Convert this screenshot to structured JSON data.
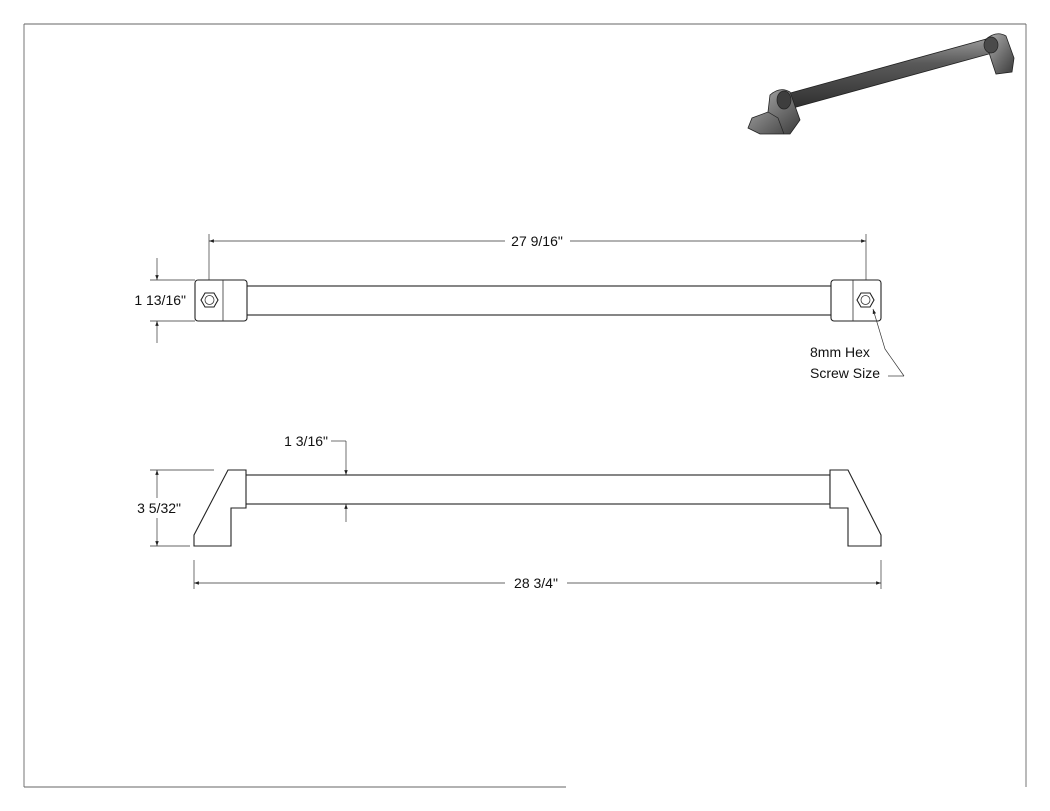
{
  "drawing": {
    "dimensions": {
      "top_width": "27 9/16\"",
      "top_height": "1 13/16\"",
      "side_bar_diameter": "1 3/16\"",
      "side_height": "3 5/32\"",
      "overall_length": "28 3/4\""
    },
    "notes": {
      "hex_line1": "8mm Hex",
      "hex_line2": "Screw Size"
    },
    "colors": {
      "line": "#222222",
      "render_dark": "#3a3a3a",
      "render_mid": "#6e6e6e",
      "render_light": "#a8a8a8"
    }
  }
}
